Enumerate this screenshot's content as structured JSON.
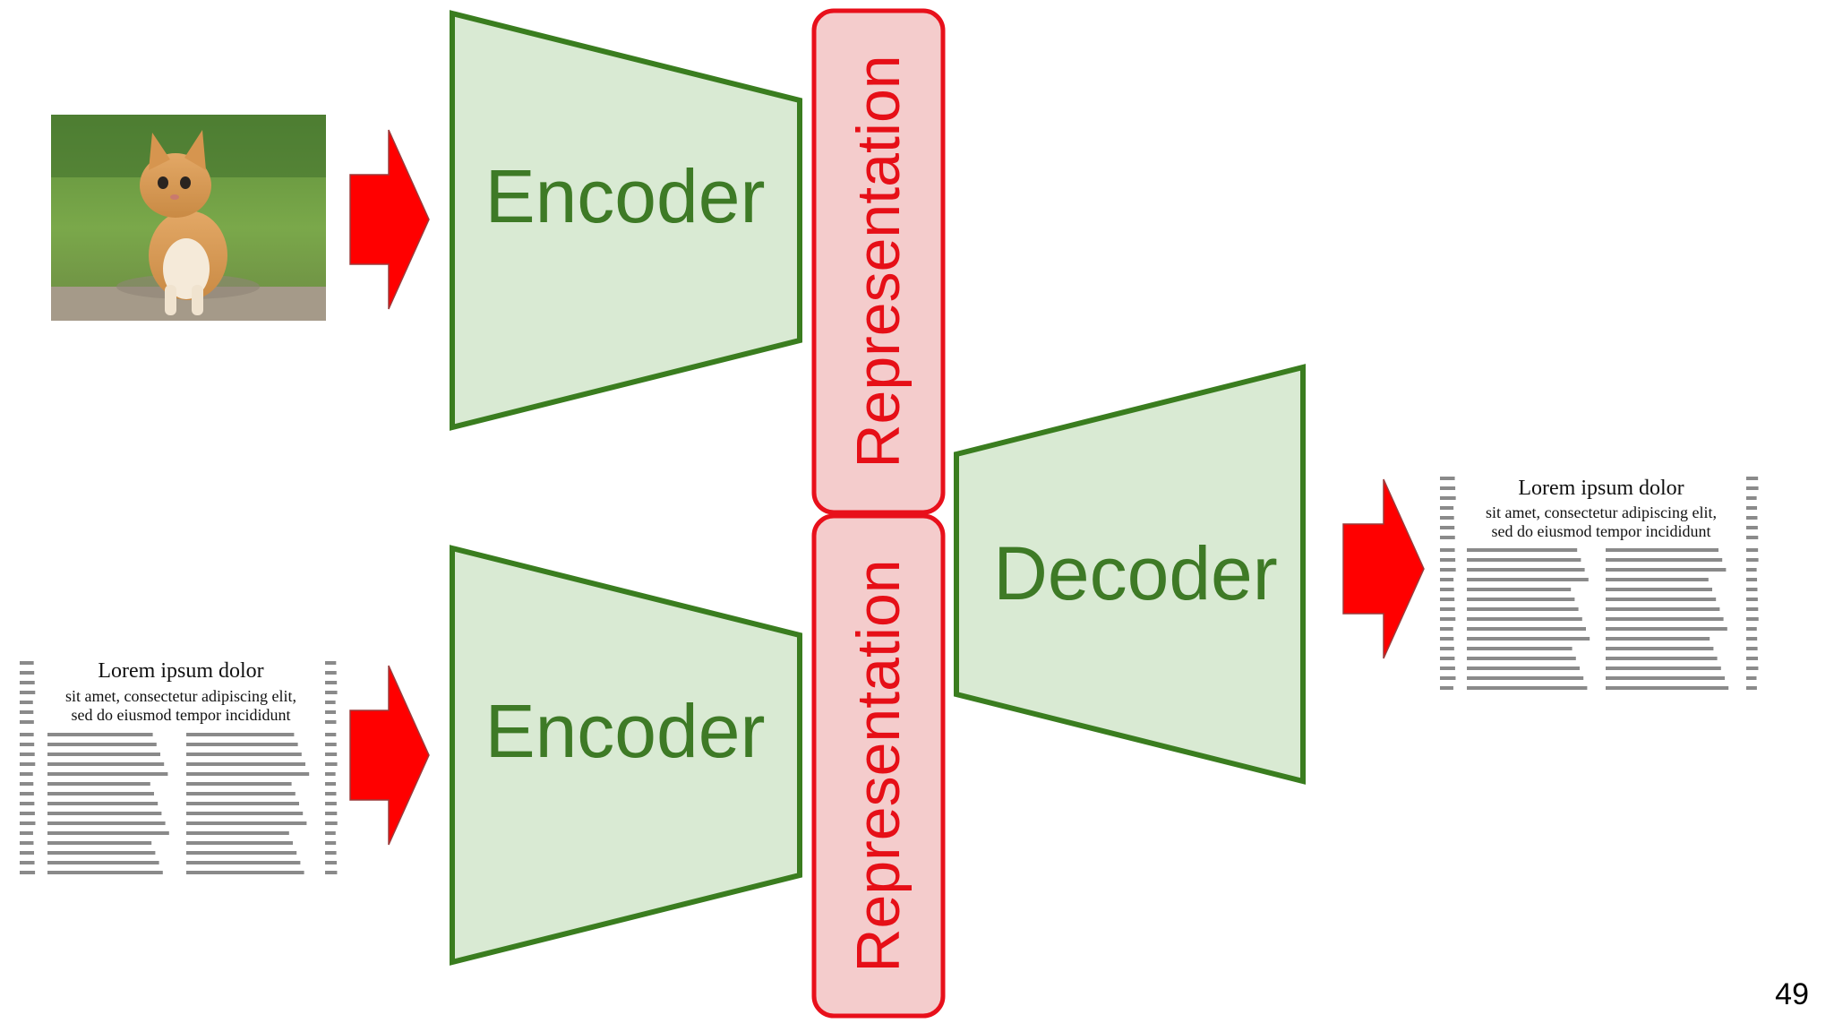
{
  "diagram": {
    "encoder_top_label": "Encoder",
    "encoder_bottom_label": "Encoder",
    "decoder_label": "Decoder",
    "representation_top_label": "Representation",
    "representation_bottom_label": "Representation"
  },
  "document_input": {
    "title": "Lorem ipsum dolor",
    "subtitle_line1": "sit amet, consectetur adipiscing elit,",
    "subtitle_line2": "sed do eiusmod tempor incididunt"
  },
  "document_output": {
    "title": "Lorem ipsum dolor",
    "subtitle_line1": "sit amet, consectetur adipiscing elit,",
    "subtitle_line2": "sed do eiusmod tempor incididunt"
  },
  "slide": {
    "page_number": "49"
  },
  "colors": {
    "encoder_fill": "#d9ead3",
    "encoder_stroke": "#3a7d1f",
    "representation_fill": "#f4cccc",
    "representation_stroke": "#e8101b",
    "arrow": "#ff0000"
  }
}
